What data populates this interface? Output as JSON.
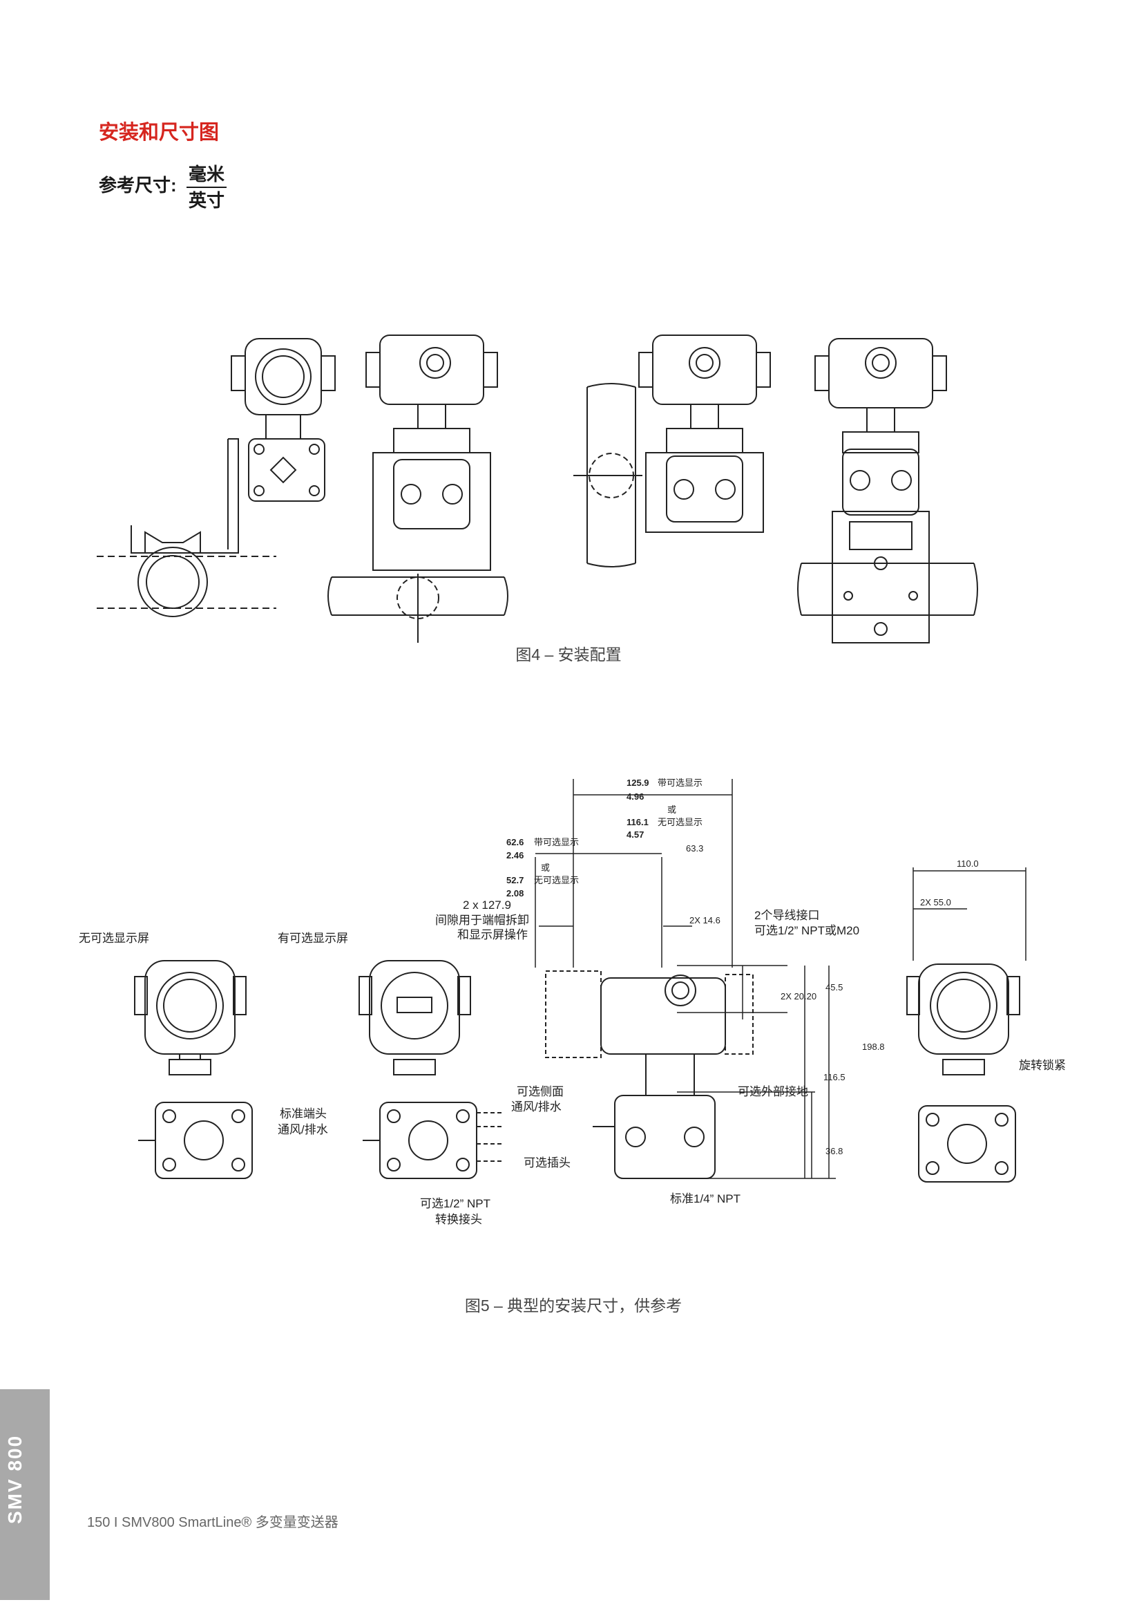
{
  "header": {
    "title": "安装和尺寸图",
    "reference_label": "参考尺寸:",
    "unit_numerator": "毫米",
    "unit_denominator": "英寸"
  },
  "figure4": {
    "caption": "图4 – 安装配置"
  },
  "figure5": {
    "caption": "图5 – 典型的安装尺寸，供参考",
    "labels": {
      "no_display": "无可选显示屏",
      "with_display": "有可选显示屏",
      "standard_vent": "标准端头通风/排水",
      "optional_npt_l1": "可选1/2” NPT",
      "optional_npt_l2": "转换接头",
      "clearance_l1": "2 x 127.9",
      "clearance_l2": "间隙用于端帽拆卸",
      "clearance_l3": "和显示屏操作",
      "side_vent_l1": "可选侧面",
      "side_vent_l2": "通风/排水",
      "optional_plug": "可选插头",
      "conduit_l1": "2个导线接口",
      "conduit_l2": "可选1/2” NPT或M20",
      "external_ground": "可选外部接地",
      "standard_npt": "标准1/4” NPT",
      "rotation_lock": "旋转锁紧"
    },
    "dims": {
      "d125_9": "125.9",
      "with_disp_1": "带可选显示",
      "d4_96": "4.96",
      "or_1": "或",
      "d116_1": "116.1",
      "no_disp_1": "无可选显示",
      "d4_57": "4.57",
      "d62_6": "62.6",
      "with_disp_2": "带可选显示",
      "d2_46": "2.46",
      "or_2": "或",
      "d52_7": "52.7",
      "no_disp_2": "无可选显示",
      "d2_08": "2.08",
      "d63_3": "63.3",
      "d2x14_6": "2X 14.6",
      "d2x20_20": "2X 20.20",
      "d45_5": "45.5",
      "d116_5": "116.5",
      "d198_8": "198.8",
      "d36_8": "36.8",
      "d110_0": "110.0",
      "d2x55_0": "2X 55.0"
    }
  },
  "footer": {
    "text": "150  I  SMV800 SmartLine® 多变量变送器",
    "side_tab": "SMV 800"
  }
}
